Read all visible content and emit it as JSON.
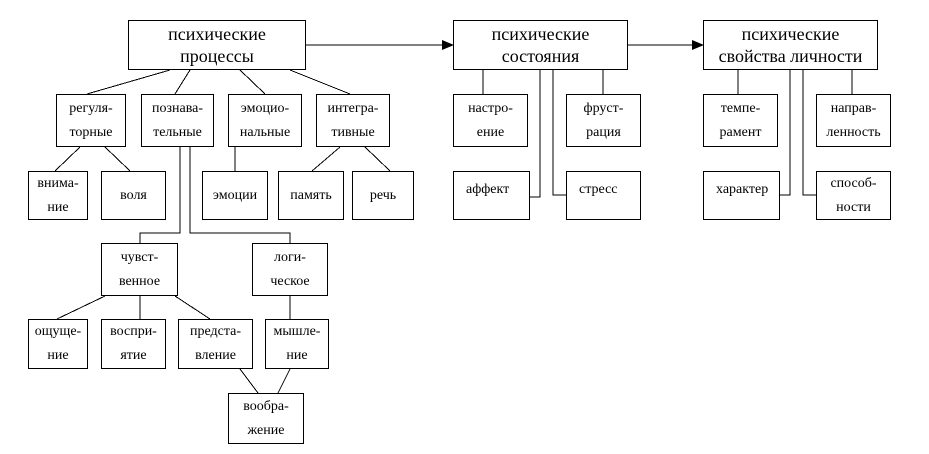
{
  "nodes": {
    "processes": {
      "lines": [
        "психические",
        "процессы"
      ]
    },
    "states": {
      "lines": [
        "психические",
        "состояния"
      ]
    },
    "properties": {
      "lines": [
        "психические",
        "свойства личности"
      ]
    },
    "regulatory": {
      "lines": [
        "регуля-",
        "торные"
      ]
    },
    "cognitive": {
      "lines": [
        "познава-",
        "тельные"
      ]
    },
    "emotional": {
      "lines": [
        "эмоцио-",
        "нальные"
      ]
    },
    "integrative": {
      "lines": [
        "интегра-",
        "тивные"
      ]
    },
    "attention": {
      "lines": [
        "внима-",
        "ние"
      ]
    },
    "will": {
      "lines": [
        "воля"
      ]
    },
    "emotions": {
      "lines": [
        "эмоции"
      ]
    },
    "memory": {
      "lines": [
        "память"
      ]
    },
    "speech": {
      "lines": [
        "речь"
      ]
    },
    "sensory": {
      "lines": [
        "чувст-",
        "венное"
      ]
    },
    "logical": {
      "lines": [
        "логи-",
        "ческое"
      ]
    },
    "sensation": {
      "lines": [
        "ощуще-",
        "ние"
      ]
    },
    "perception": {
      "lines": [
        "воспри-",
        "ятие"
      ]
    },
    "representation": {
      "lines": [
        "предста-",
        "вление"
      ]
    },
    "thinking": {
      "lines": [
        "мышле-",
        "ние"
      ]
    },
    "imagination": {
      "lines": [
        "вообра-",
        "жение"
      ]
    },
    "mood": {
      "lines": [
        "настро-",
        "ение"
      ]
    },
    "frustration": {
      "lines": [
        "фруст-",
        "рация"
      ]
    },
    "affect": {
      "lines": [
        "аффект"
      ]
    },
    "stress": {
      "lines": [
        "стресс"
      ]
    },
    "temperament": {
      "lines": [
        "темпе-",
        "рамент"
      ]
    },
    "orientation": {
      "lines": [
        "направ-",
        "ленность"
      ]
    },
    "character": {
      "lines": [
        "характер"
      ]
    },
    "abilities": {
      "lines": [
        "способ-",
        "ности"
      ]
    }
  }
}
